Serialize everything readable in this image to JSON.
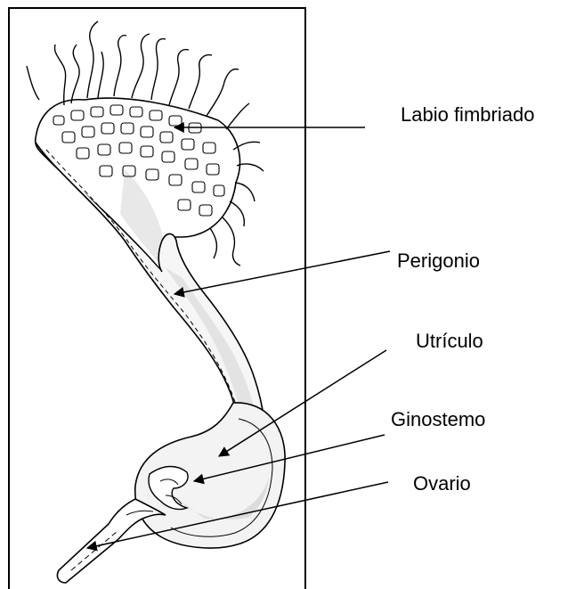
{
  "labels": {
    "labio_fimbriado": "Labio fimbriado",
    "perigonio": "Perigonio",
    "utriculo": "Utrículo",
    "ginostemo": "Ginostemo",
    "ovario": "Ovario"
  },
  "colors": {
    "ink": "#000000",
    "background": "#ffffff",
    "stipple": "#555555"
  }
}
